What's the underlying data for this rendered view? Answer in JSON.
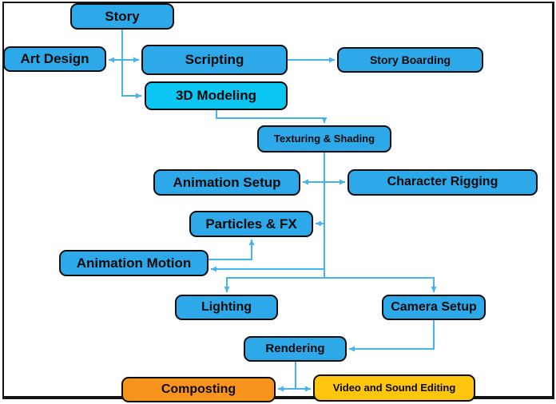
{
  "diagram": {
    "type": "flowchart",
    "colors": {
      "node_blue": "#2da9e9",
      "node_cyan": "#0bc6f2",
      "node_orange": "#f7941e",
      "node_yellow": "#ffc60d",
      "connector_blue": "#45b3ee",
      "outline": "#0d0d0d"
    },
    "nodes": {
      "story": {
        "label": "Story"
      },
      "art_design": {
        "label": "Art Design"
      },
      "scripting": {
        "label": "Scripting"
      },
      "story_boarding": {
        "label": "Story Boarding"
      },
      "modeling_3d": {
        "label": "3D Modeling"
      },
      "texturing_shading": {
        "label": "Texturing & Shading"
      },
      "animation_setup": {
        "label": "Animation Setup"
      },
      "character_rigging": {
        "label": "Character Rigging"
      },
      "particles_fx": {
        "label": "Particles & FX"
      },
      "animation_motion": {
        "label": "Animation Motion"
      },
      "lighting": {
        "label": "Lighting"
      },
      "camera_setup": {
        "label": "Camera Setup"
      },
      "rendering": {
        "label": "Rendering"
      },
      "composting": {
        "label": "Composting"
      },
      "video_sound_editing": {
        "label": "Video and Sound Editing"
      }
    },
    "edges": [
      {
        "from": "story",
        "to": "art_design"
      },
      {
        "from": "story",
        "to": "scripting"
      },
      {
        "from": "story",
        "to": "modeling_3d"
      },
      {
        "from": "scripting",
        "to": "story_boarding"
      },
      {
        "from": "modeling_3d",
        "to": "texturing_shading"
      },
      {
        "from": "texturing_shading",
        "to": "animation_setup"
      },
      {
        "from": "texturing_shading",
        "to": "character_rigging"
      },
      {
        "from": "texturing_shading",
        "to": "particles_fx"
      },
      {
        "from": "texturing_shading",
        "to": "animation_motion"
      },
      {
        "from": "animation_motion",
        "to": "particles_fx"
      },
      {
        "from": "texturing_shading",
        "to": "lighting"
      },
      {
        "from": "texturing_shading",
        "to": "camera_setup"
      },
      {
        "from": "camera_setup",
        "to": "rendering"
      },
      {
        "from": "rendering",
        "to": "composting"
      },
      {
        "from": "rendering",
        "to": "video_sound_editing"
      }
    ]
  }
}
